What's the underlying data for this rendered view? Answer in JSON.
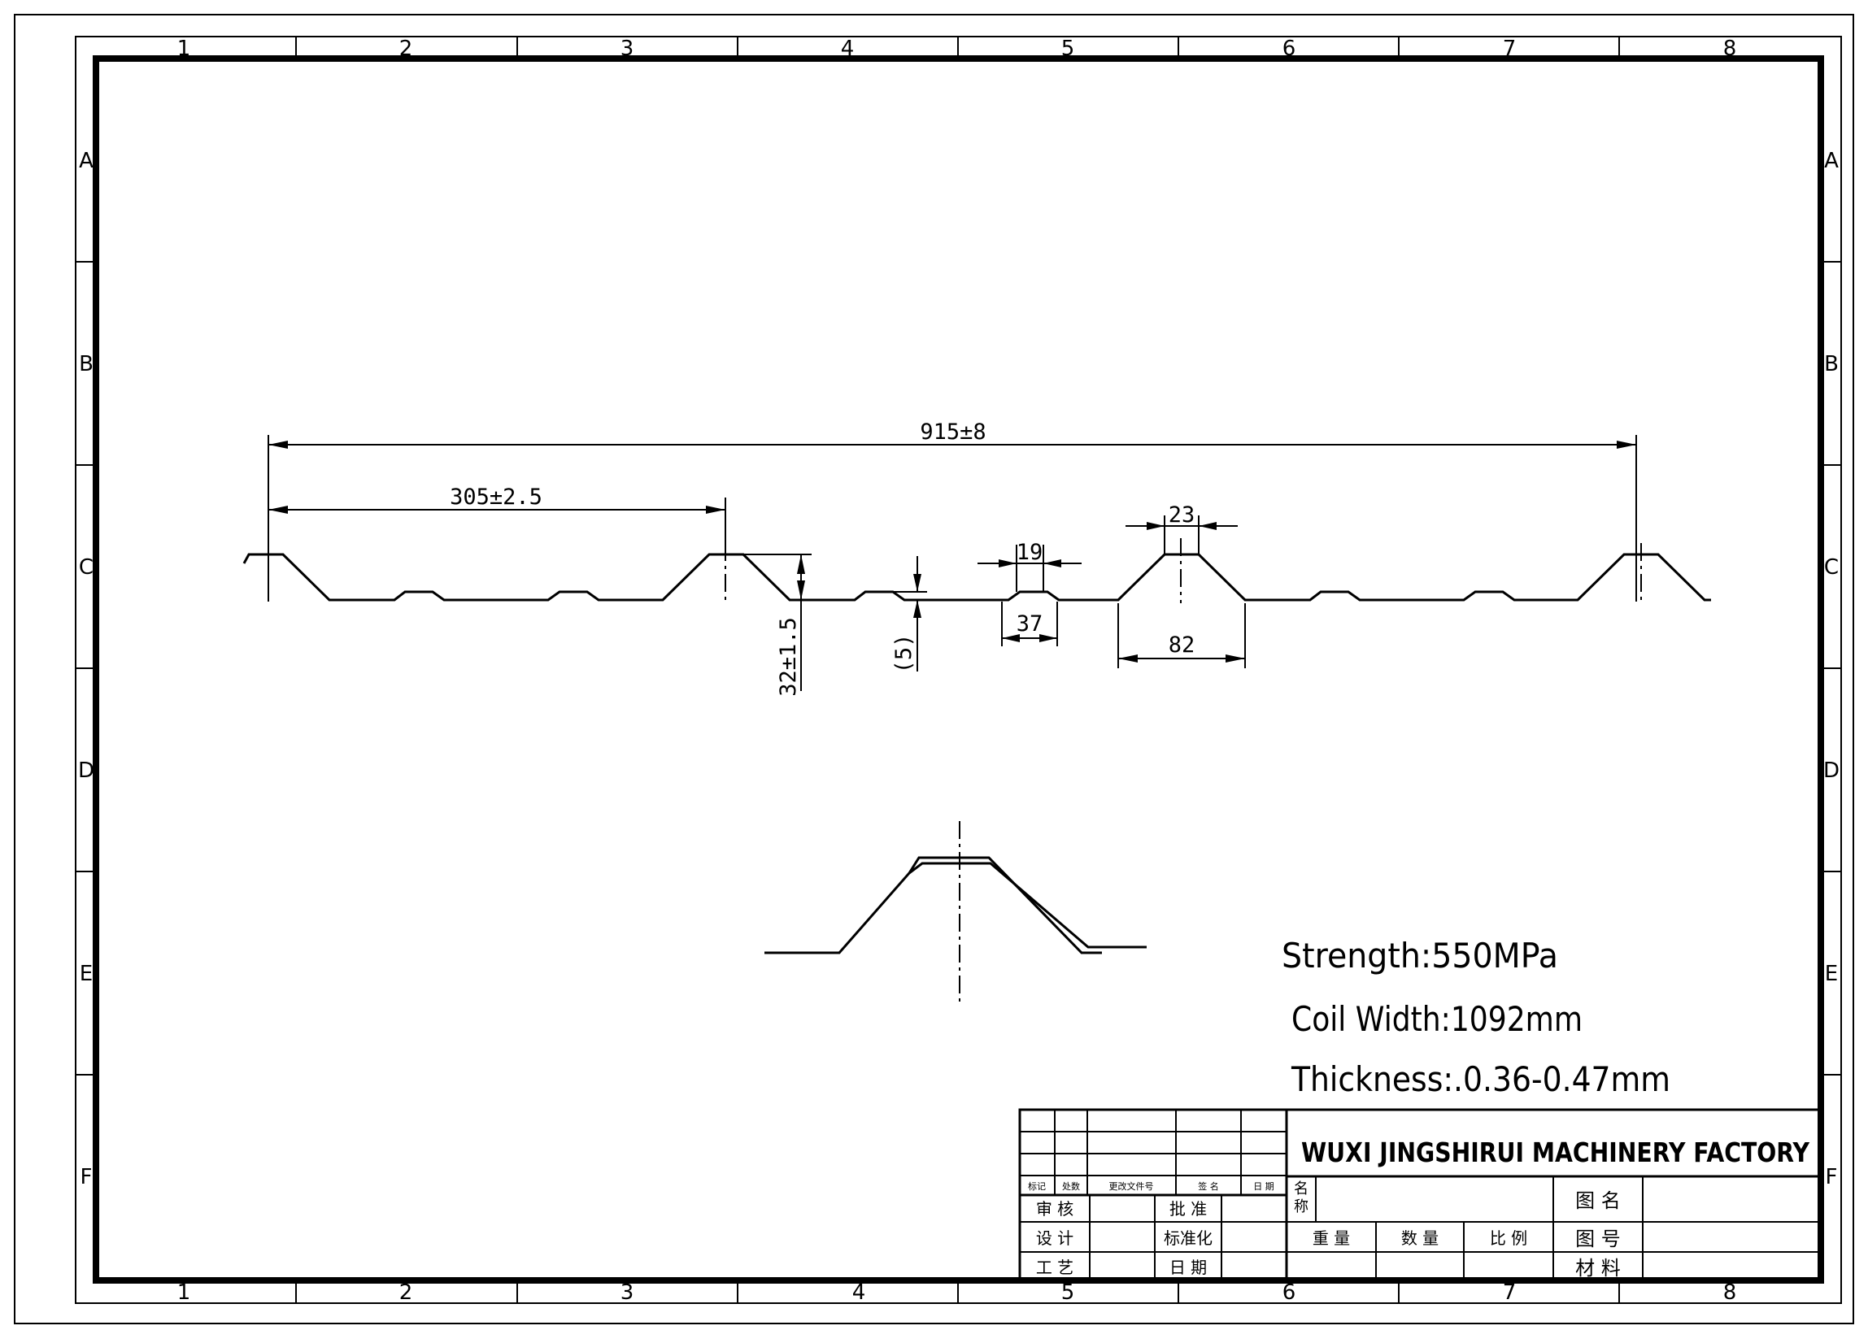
{
  "zones": {
    "columns": [
      "1",
      "2",
      "3",
      "4",
      "5",
      "6",
      "7",
      "8"
    ],
    "rows": [
      "A",
      "B",
      "C",
      "D",
      "E",
      "F"
    ]
  },
  "dimensions": {
    "overall_width": "915±8",
    "pitch": "305±2.5",
    "rib_height": "32±1.5",
    "minor_rib_height": "(5)",
    "minor_rib_top": "19",
    "minor_rib_base": "37",
    "major_rib_top": "23",
    "major_rib_base": "82"
  },
  "notes": {
    "strength": "Strength:550MPa",
    "coil_width": "Coil Width:1092mm",
    "thickness": "Thickness:.0.36-0.47mm"
  },
  "title_block": {
    "company": "WUXI JINGSHIRUI MACHINERY FACTORY",
    "revision_headers": [
      "标记",
      "处数",
      "更改文件号",
      "签 名",
      "日 期"
    ],
    "review": "审 核",
    "approve": "批 准",
    "design": "设 计",
    "standardize": "标准化",
    "process": "工 艺",
    "date": "日 期",
    "name_label": "名\n称",
    "name_char_1": "名",
    "name_char_2": "称",
    "weight": "重 量",
    "quantity": "数 量",
    "scale": "比 例",
    "drawing_name": "图 名",
    "drawing_number": "图 号",
    "material": "材 料"
  }
}
